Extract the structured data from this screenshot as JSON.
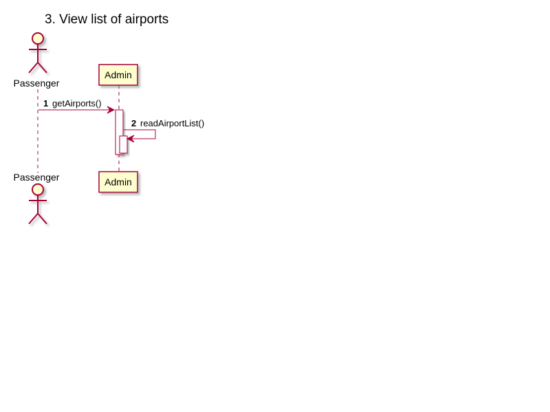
{
  "diagram": {
    "title": "3. View list of airports",
    "participants": {
      "passenger": {
        "label": "Passenger",
        "kind": "actor"
      },
      "admin": {
        "label": "Admin",
        "kind": "participant"
      }
    },
    "messages": [
      {
        "number": "1",
        "label": "getAirports()",
        "from": "Passenger",
        "to": "Admin"
      },
      {
        "number": "2",
        "label": "readAirportList()",
        "from": "Admin",
        "to": "Admin"
      }
    ],
    "colors": {
      "line": "#A80036",
      "fill": "#FEFECE",
      "text": "#000000",
      "shadow": "#9a9a9a"
    }
  }
}
